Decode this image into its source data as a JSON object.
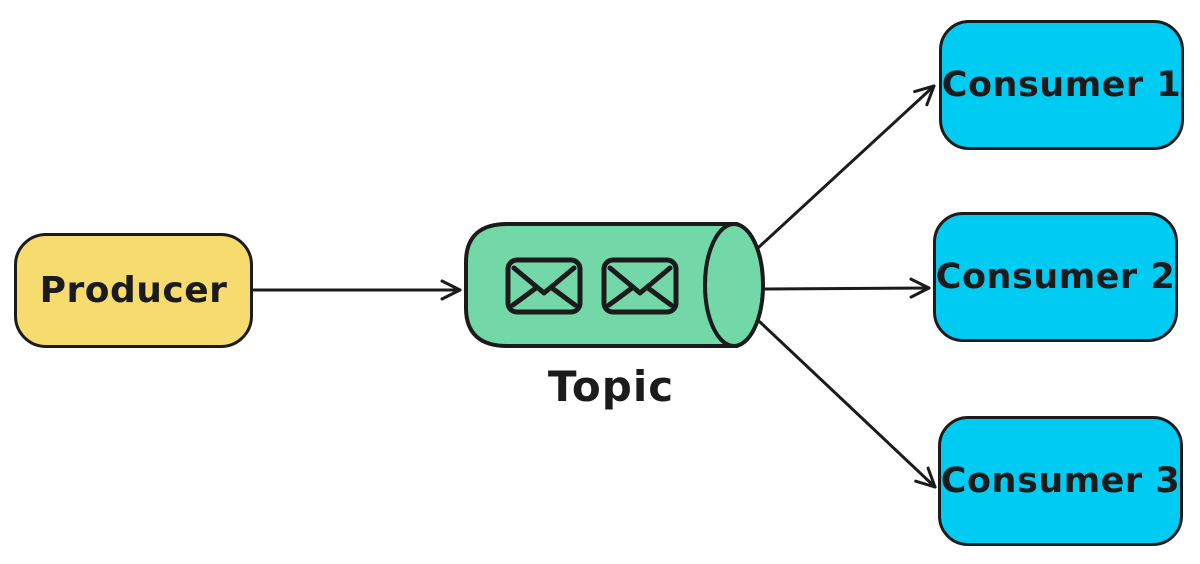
{
  "diagram": {
    "nodes": {
      "producer": {
        "label": "Producer"
      },
      "topic": {
        "label": "Topic",
        "icons": [
          "envelope-icon",
          "envelope-icon"
        ]
      },
      "consumers": [
        {
          "label": "Consumer 1"
        },
        {
          "label": "Consumer 2"
        },
        {
          "label": "Consumer 3"
        }
      ]
    },
    "edges": [
      {
        "from": "producer",
        "to": "topic"
      },
      {
        "from": "topic",
        "to": "consumer-1"
      },
      {
        "from": "topic",
        "to": "consumer-2"
      },
      {
        "from": "topic",
        "to": "consumer-3"
      }
    ],
    "colors": {
      "producer_fill": "#f6db6e",
      "topic_fill": "#73d8a8",
      "consumer_fill": "#00cbf3",
      "stroke": "#1b1b1b",
      "background": "#ffffff"
    }
  }
}
